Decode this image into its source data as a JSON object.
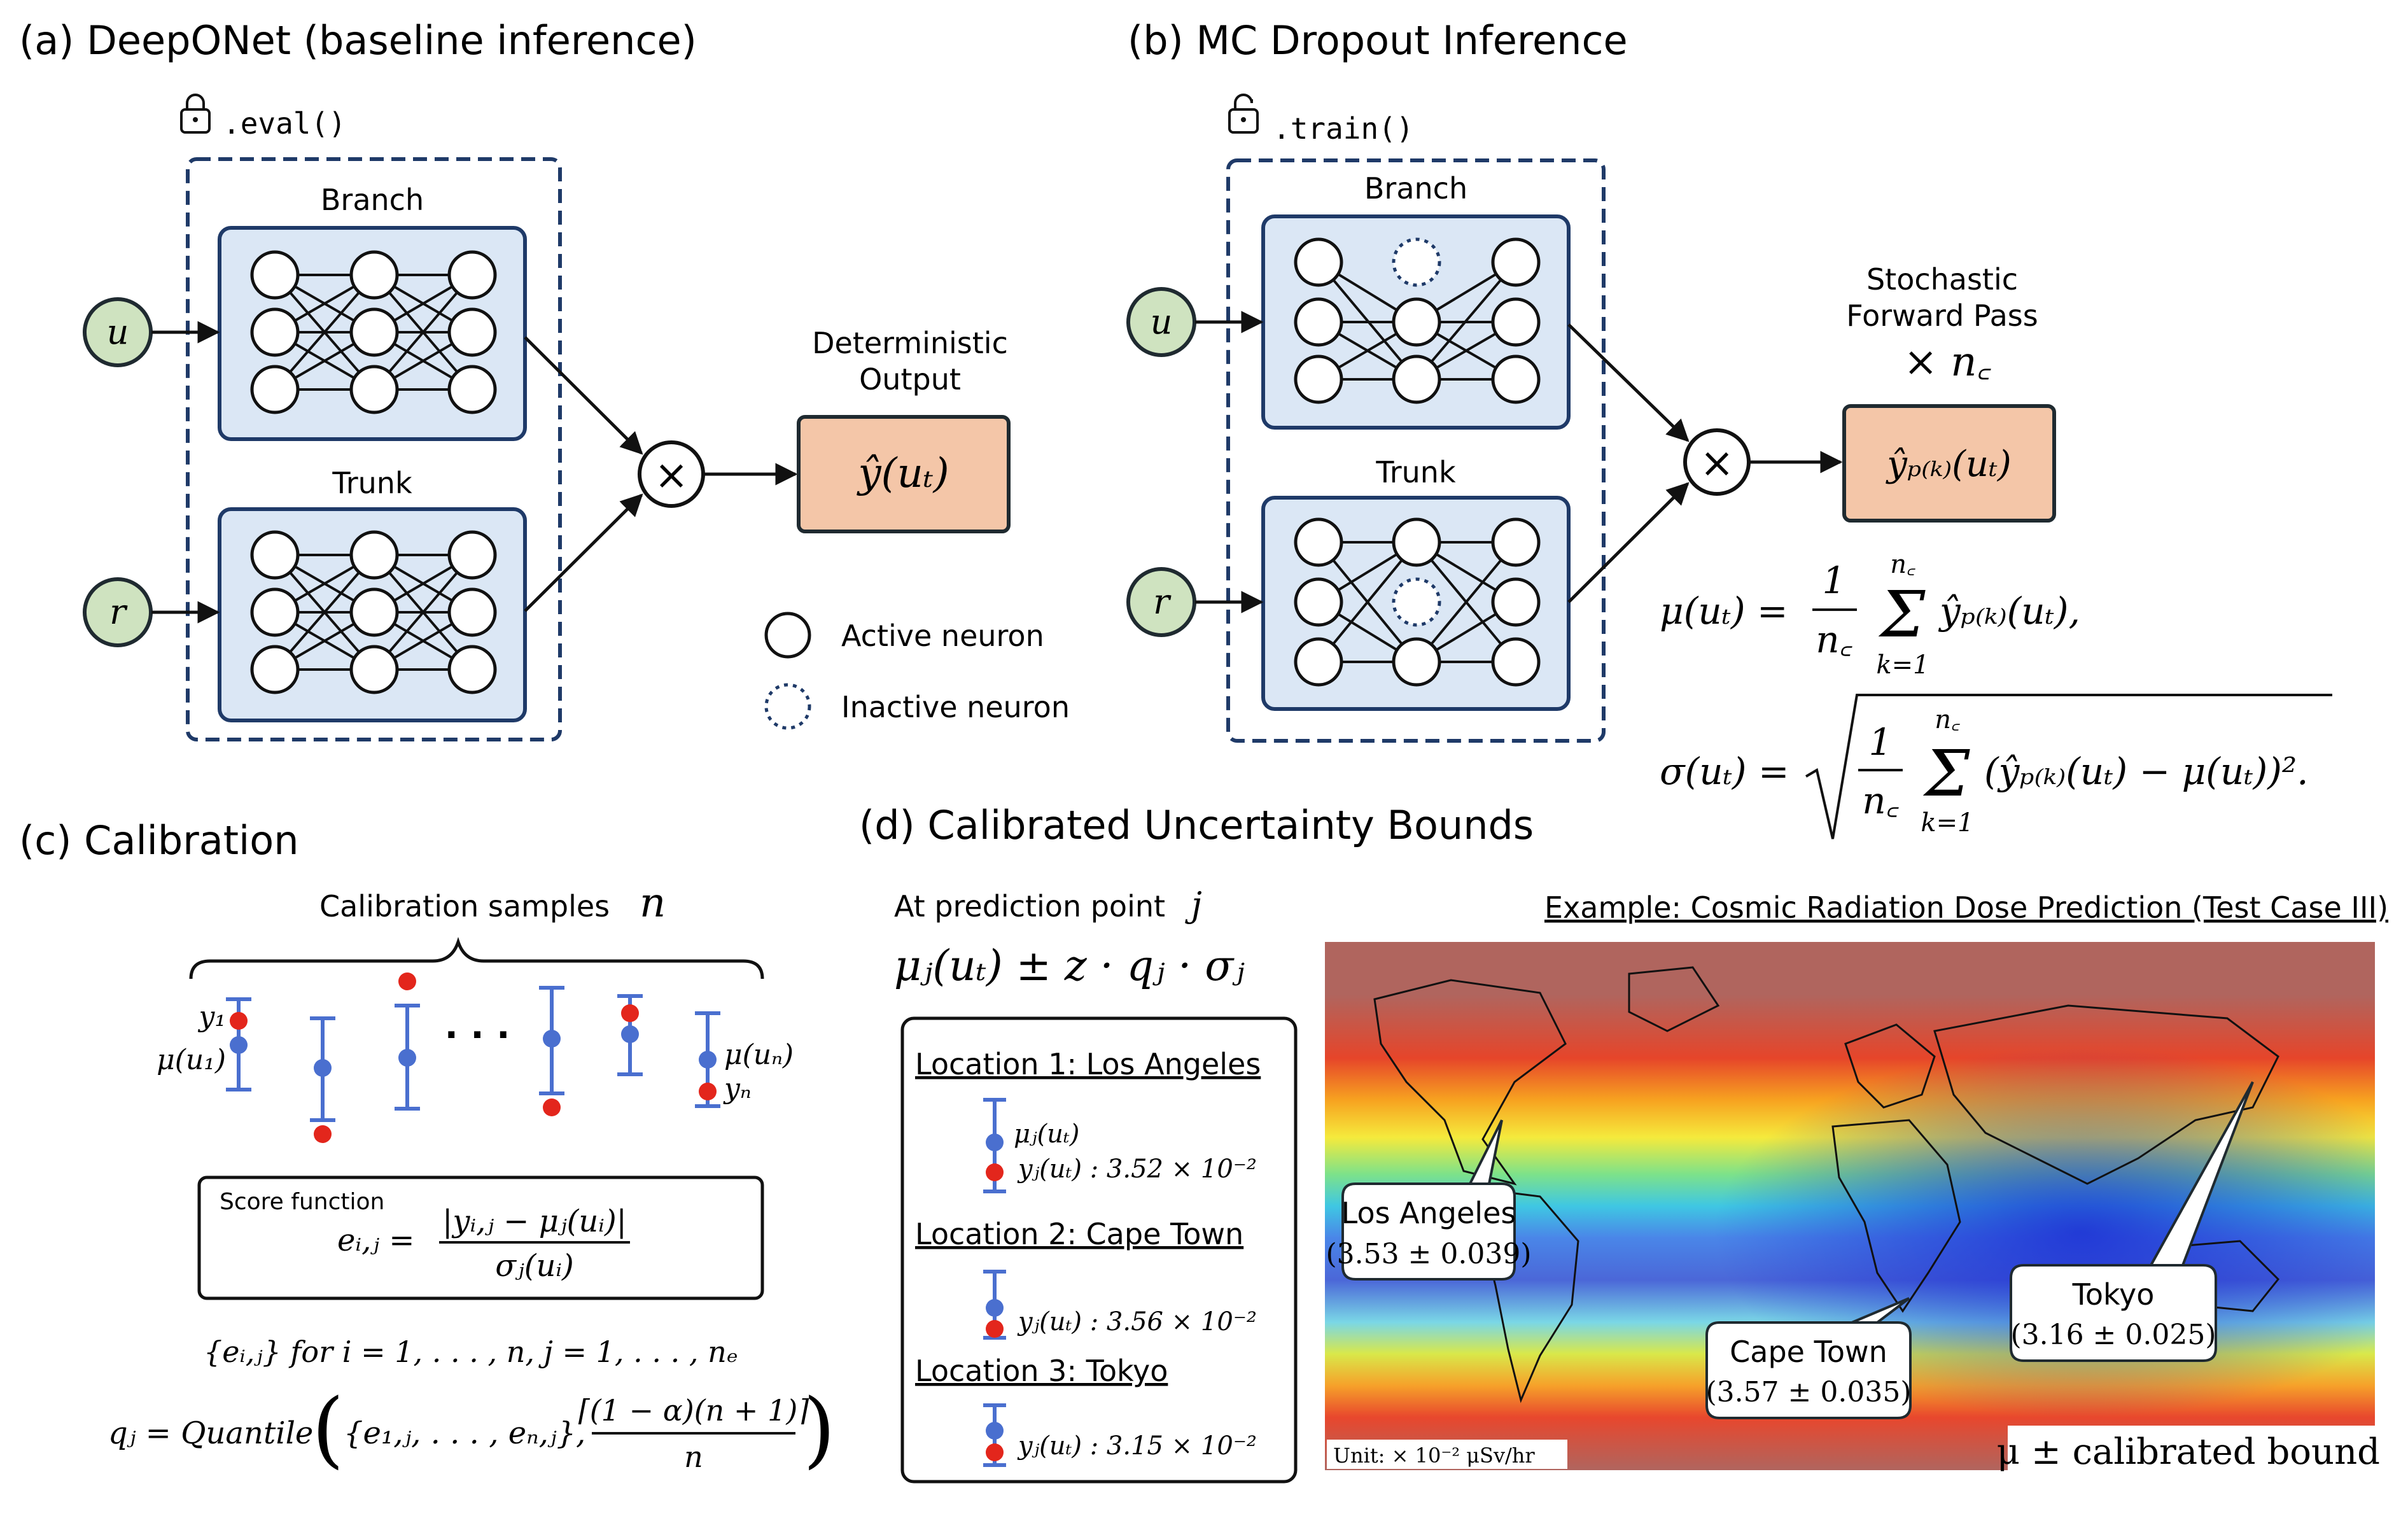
{
  "panels": {
    "a": {
      "title": "(a) DeepONet (baseline inference)",
      "mode_label": ".eval()",
      "branch_label": "Branch",
      "trunk_label": "Trunk",
      "input_u": "u",
      "input_r": "r",
      "product_symbol": "×",
      "output_caption_line1": "Deterministic",
      "output_caption_line2": "Output",
      "output_label": "ŷ(uₜ)",
      "legend": {
        "active": "Active neuron",
        "inactive": "Inactive neuron"
      }
    },
    "b": {
      "title": "(b) MC Dropout Inference",
      "mode_label": ".train()",
      "branch_label": "Branch",
      "trunk_label": "Trunk",
      "input_u": "u",
      "input_r": "r",
      "product_symbol": "×",
      "output_caption_line1": "Stochastic",
      "output_caption_line2": "Forward Pass",
      "repeat_label": "× n꜀",
      "output_label": "ŷₚ₍ₖ₎(uₜ)",
      "mu_eq": {
        "lhs": "μ(uₜ) =",
        "frac_num": "1",
        "frac_den": "n꜀",
        "sum_top": "n꜀",
        "sum_bottom": "k=1",
        "term": "ŷₚ₍ₖ₎(uₜ),"
      },
      "sigma_eq": {
        "lhs": "σ(uₜ) =",
        "frac_num": "1",
        "frac_den": "n꜀",
        "sum_top": "n꜀",
        "sum_bottom": "k=1",
        "term": "(ŷₚ₍ₖ₎(uₜ) − μ(uₜ))².",
        "term_power": "2",
        "term_end": "."
      }
    },
    "c": {
      "title": "(c) Calibration",
      "samples_label": "Calibration samples",
      "samples_symbol": "n",
      "label_y1": "y₁",
      "label_mu1": "μ(u₁)",
      "label_mun": "μ(uₙ)",
      "label_yn": "yₙ",
      "ellipsis": "· · ·",
      "score_title": "Score function",
      "score_lhs": "eᵢ,ⱼ =",
      "score_num": "|yᵢ,ⱼ − μⱼ(uᵢ)|",
      "score_den": "σⱼ(uᵢ)",
      "set_line": "{eᵢ,ⱼ}    for i = 1, . . . , n,  j = 1, . . . , nₑ",
      "quantile_lhs": "qⱼ = Quantile",
      "quantile_set": "{e₁,ⱼ, . . . , eₙ,ⱼ},",
      "quantile_num": "⌈(1 − α)(n + 1)⌉",
      "quantile_den": "n"
    },
    "d": {
      "title": "(d) Calibrated Uncertainty Bounds",
      "pred_point_label": "At prediction point",
      "pred_point_symbol": "j",
      "bound_formula": "μⱼ(uₜ) ± z · qⱼ · σⱼ",
      "locations": [
        {
          "header": "Location 1: Los Angeles",
          "mu_label": "μⱼ(uₜ)",
          "y_label": "yⱼ(uₜ) : 3.52 × 10⁻²"
        },
        {
          "header": "Location 2: Cape Town",
          "y_label": "yⱼ(uₜ) : 3.56 × 10⁻²"
        },
        {
          "header": "Location 3: Tokyo",
          "y_label": "yⱼ(uₜ) : 3.15 × 10⁻²"
        }
      ],
      "map": {
        "title": "Example: Cosmic Radiation Dose Prediction (Test Case III)",
        "unit_label": "Unit: × 10⁻² μSv/hr",
        "bottom_caption": "μ ± calibrated bound",
        "callouts": [
          {
            "name": "Los Angeles",
            "value": "(3.53 ± 0.039)"
          },
          {
            "name": "Cape Town",
            "value": "(3.57 ± 0.035)"
          },
          {
            "name": "Tokyo",
            "value": "(3.16 ± 0.025)"
          }
        ]
      }
    }
  },
  "colors": {
    "input_fill": "#cfe3c0",
    "net_fill": "#dbe7f5",
    "net_stroke": "#1f3a68",
    "output_fill": "#f4c6a8",
    "dashed": "#1f3a68",
    "mu_dot": "#4a6fcf",
    "y_dot": "#e3261c",
    "errbar": "#4a6fcf"
  }
}
